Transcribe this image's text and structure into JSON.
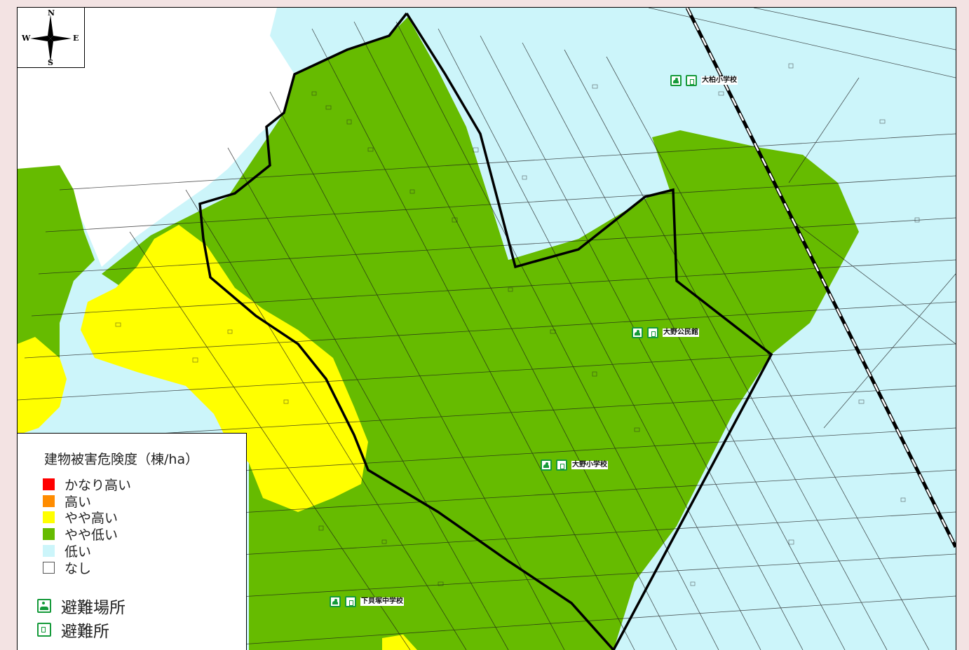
{
  "compass": {
    "north": "N",
    "south": "S",
    "east": "E",
    "west": "W"
  },
  "legend": {
    "title": "建物被害危険度（棟/ha）",
    "classes": [
      {
        "label": "かなり高い",
        "color": "#ff0000"
      },
      {
        "label": "高い",
        "color": "#ff8c00"
      },
      {
        "label": "やや高い",
        "color": "#ffff00"
      },
      {
        "label": "やや低い",
        "color": "#66bb00"
      },
      {
        "label": "低い",
        "color": "#ccf5fa"
      },
      {
        "label": "なし",
        "color": "#ffffff"
      }
    ],
    "symbols": [
      {
        "label": "避難場所",
        "icon": "evacuation-site-icon"
      },
      {
        "label": "避難所",
        "icon": "evacuation-shelter-icon"
      }
    ]
  },
  "facilities": {
    "ookashiwa": "大柏小学校",
    "oono_kominkan": "大野公民館",
    "oono_shogakko": "大野小学校",
    "shimokaizuka": "下貝塚中学校"
  },
  "colors": {
    "yaya_takai": "#ffff00",
    "yaya_hikui": "#66bb00",
    "hikui": "#ccf5fa",
    "nashi": "#ffffff",
    "shelter_green": "#159a3a"
  }
}
